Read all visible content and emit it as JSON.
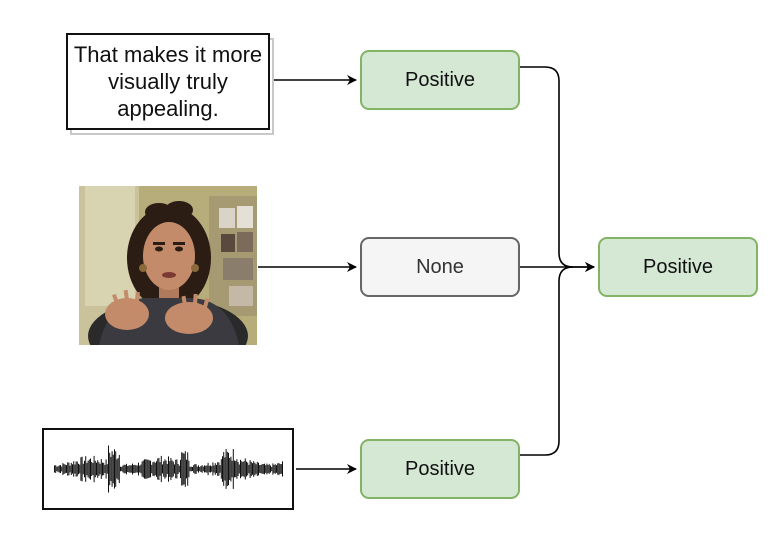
{
  "inputs": {
    "text": "That makes it more visually truly appealing."
  },
  "outputs": {
    "text_label": "Positive",
    "video_label": "None",
    "audio_label": "Positive",
    "fused_label": "Positive"
  },
  "colors": {
    "positive_fill": "#d5e8d4",
    "positive_border": "#82b366",
    "none_fill": "#f5f5f5",
    "none_border": "#666666",
    "arrow": "#000000"
  }
}
